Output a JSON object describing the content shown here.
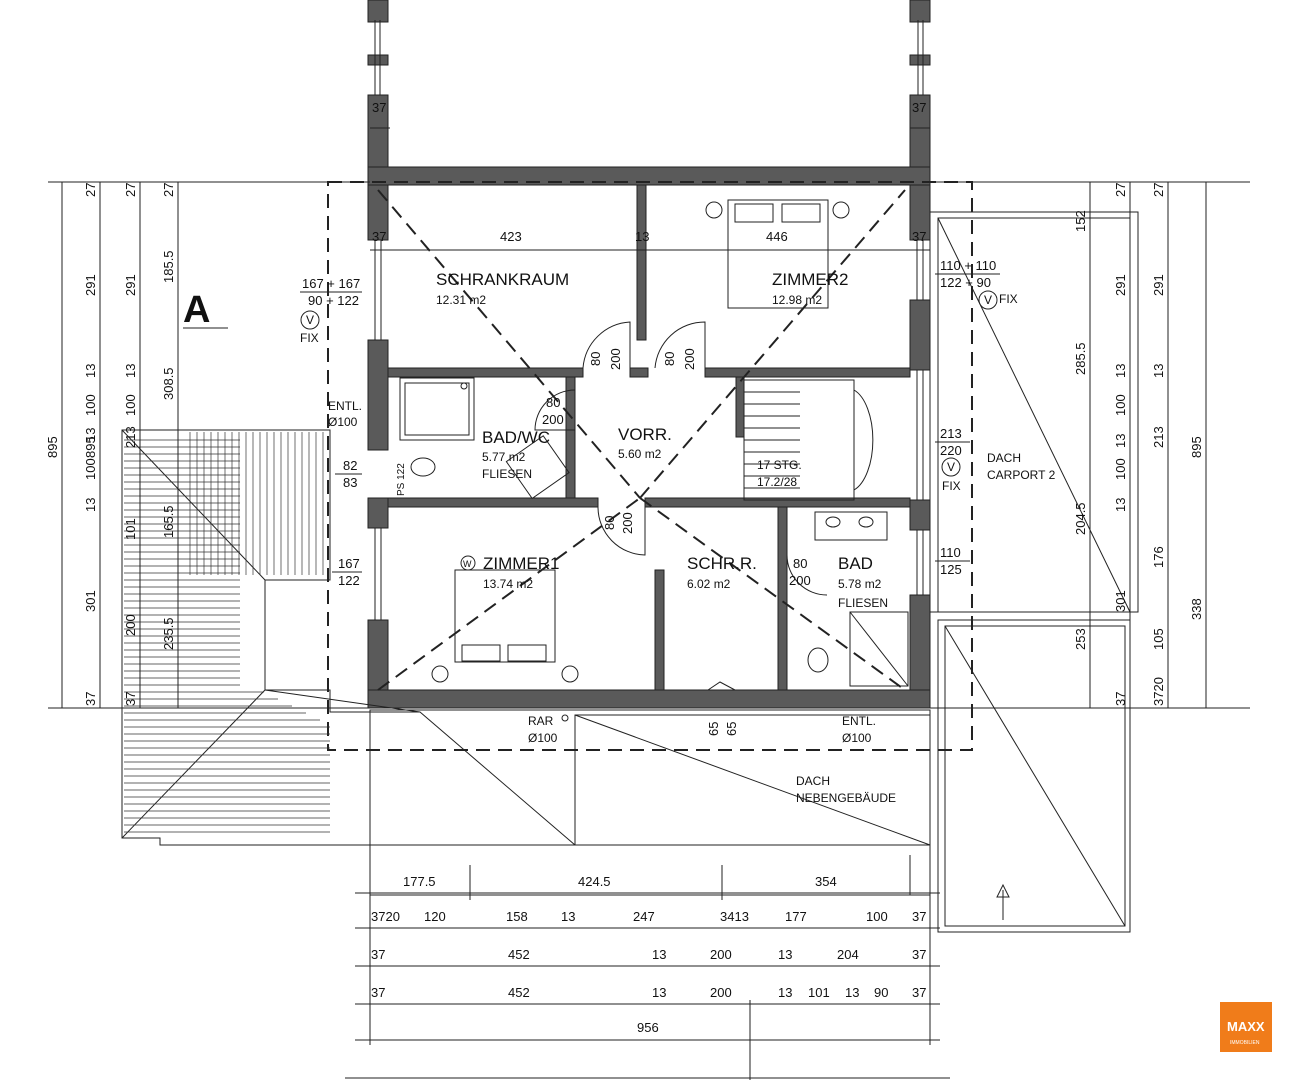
{
  "marker": "A",
  "rooms": {
    "schrankraum": {
      "name": "SCHRANKRAUM",
      "area": "12.31 m2"
    },
    "zimmer2": {
      "name": "ZIMMER2",
      "area": "12.98 m2"
    },
    "badwc": {
      "name": "BAD/WC",
      "area": "5.77 m2",
      "finish": "FLIESEN"
    },
    "vorr": {
      "name": "VORR.",
      "area": "5.60 m2"
    },
    "zimmer1": {
      "name": "ZIMMER1",
      "area": "13.74 m2"
    },
    "schrr": {
      "name": "SCHR.R.",
      "area": "6.02 m2"
    },
    "bad": {
      "name": "BAD",
      "area": "5.78 m2",
      "finish": "FLIESEN"
    }
  },
  "stairs": {
    "count": "17 STG.",
    "ratio": "17.2/28"
  },
  "labels": {
    "entl_left": "ENTL.",
    "entl_left_dia": "Ø100",
    "entl_bottom": "ENTL.",
    "entl_bottom_dia": "Ø100",
    "rar": "RAR",
    "rar_dia": "Ø100",
    "dach_carport": "DACH",
    "dach_carport_2": "CARPORT 2",
    "dach_neben": "DACH",
    "dach_neben_2": "NEBENGEBÄUDE",
    "fix": "FIX",
    "v": "V",
    "w": "W",
    "ps": "PS 122"
  },
  "windows": {
    "left_top_a": "167 + 167",
    "left_top_b": "90 + 122",
    "right_top_a": "110 + 110",
    "right_top_b": "122 + 90",
    "left_mid_a": "82",
    "left_mid_b": "83",
    "left_low_a": "167",
    "left_low_b": "122",
    "right_mid_a": "213",
    "right_mid_b": "220",
    "right_low_a": "110",
    "right_low_b": "125"
  },
  "doors": {
    "d1a": "80",
    "d1b": "200",
    "d2a": "80",
    "d2b": "200",
    "d3a": "80",
    "d3b": "200",
    "d4a": "80",
    "d4b": "200",
    "d5a": "80",
    "d5b": "200",
    "d6a": "65",
    "d6b": "65"
  },
  "inner_dims": {
    "w37a": "37",
    "w423": "423",
    "w13": "13",
    "w446": "446",
    "w37b": "37",
    "top37l": "37",
    "top37r": "37"
  },
  "left_dims": {
    "col1": [
      "895"
    ],
    "col2": [
      "27",
      "291",
      "13",
      "100",
      "13",
      "100",
      "13",
      "301",
      "37",
      "895"
    ],
    "col3": [
      "27",
      "291",
      "13",
      "100",
      "213",
      "101",
      "200",
      "37"
    ],
    "col4": [
      "27",
      "185.5",
      "308.5",
      "165.5",
      "235.5"
    ]
  },
  "right_dims": {
    "col1": [
      "152",
      "285.5",
      "204.5",
      "253"
    ],
    "col2": [
      "27",
      "291",
      "13",
      "100",
      "13",
      "100",
      "13",
      "301",
      "37"
    ],
    "col3": [
      "27",
      "291",
      "13",
      "213",
      "176",
      "105",
      "3720"
    ],
    "col4": [
      "895",
      "338"
    ]
  },
  "bottom_dims": {
    "row1": [
      "177.5",
      "424.5",
      "354"
    ],
    "row2": [
      "3720",
      "120",
      "158",
      "13",
      "247",
      "3413",
      "177",
      "100",
      "37"
    ],
    "row3": [
      "37",
      "452",
      "13",
      "200",
      "13",
      "204",
      "37"
    ],
    "row4": [
      "37",
      "452",
      "13",
      "200",
      "13",
      "101",
      "13",
      "90",
      "37"
    ],
    "row5": [
      "956"
    ]
  },
  "logo": {
    "text": "MAXX",
    "sub": "IMMOBILIEN",
    "color": "#f07c1a"
  }
}
